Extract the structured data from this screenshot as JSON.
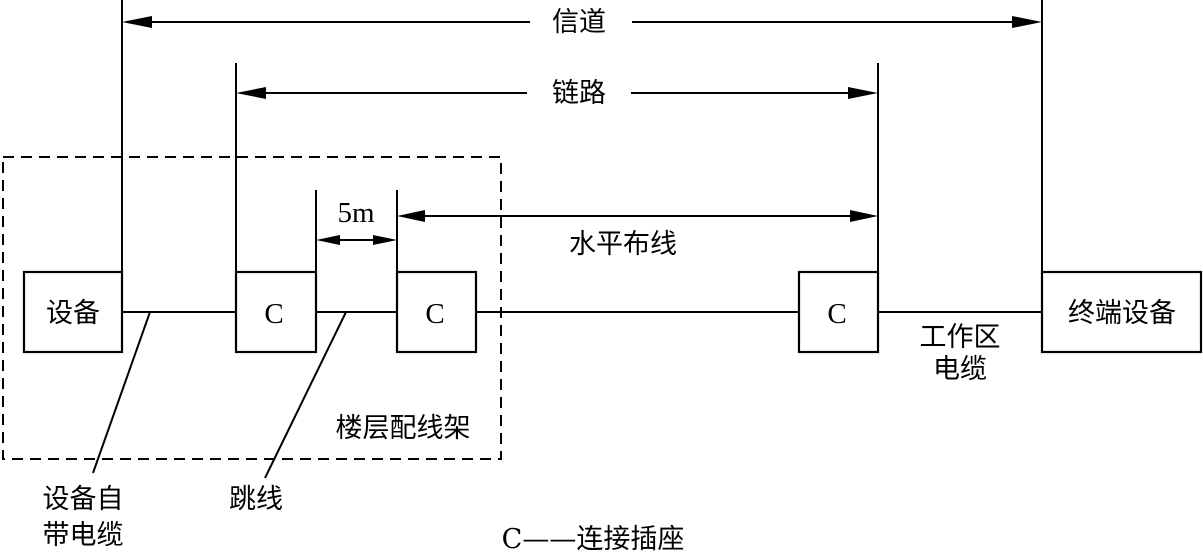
{
  "labels": {
    "channel": "信道",
    "link": "链路",
    "distance": "5m",
    "horizontal_cabling": "水平布线",
    "floor_distributor": "楼层配线架",
    "device_cable_line1": "设备自",
    "device_cable_line2": "带电缆",
    "patch_cord": "跳线",
    "work_area_cable_line1": "工作区",
    "work_area_cable_line2": "电缆",
    "legend": "C——连接插座"
  },
  "boxes": {
    "equipment": "设备",
    "connector_1": "C",
    "connector_2": "C",
    "connector_3": "C",
    "terminal_equipment": "终端设备"
  }
}
